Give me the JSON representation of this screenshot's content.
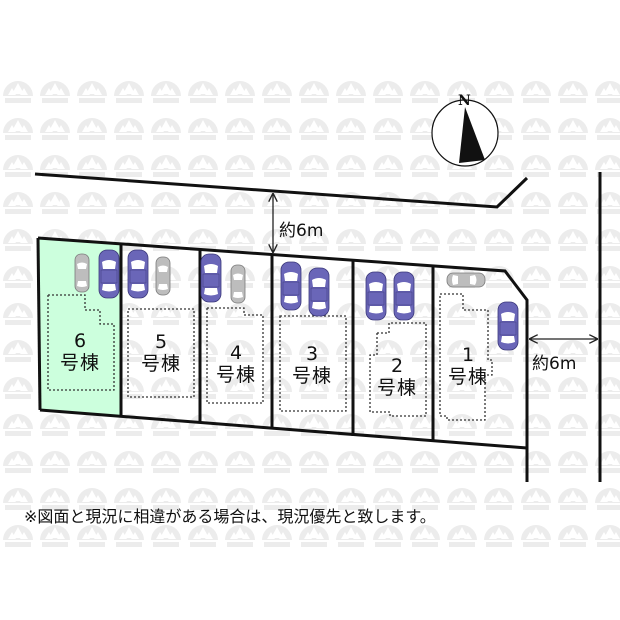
{
  "diagram": {
    "type": "site-plan",
    "compass": {
      "label": "N",
      "icon": "north-arrow-icon"
    },
    "roads": [
      {
        "id": "north-road",
        "width_label": "約6m"
      },
      {
        "id": "east-road",
        "width_label": "約6m"
      }
    ],
    "lots": [
      {
        "number": "6",
        "unit": "号棟",
        "highlight": true,
        "fill": "#ccffdd"
      },
      {
        "number": "5",
        "unit": "号棟",
        "highlight": false
      },
      {
        "number": "4",
        "unit": "号棟",
        "highlight": false
      },
      {
        "number": "3",
        "unit": "号棟",
        "highlight": false
      },
      {
        "number": "2",
        "unit": "号棟",
        "highlight": false
      },
      {
        "number": "1",
        "unit": "号棟",
        "highlight": false
      }
    ],
    "colors": {
      "highlight_lot": "#ccffdd",
      "car_primary": "#6a66b8",
      "car_secondary": "#bdbdbd",
      "line": "#111111",
      "watermark": "#e6e6e6"
    },
    "note": "※図面と現況に相違がある場合は、現況優先と致します。"
  }
}
